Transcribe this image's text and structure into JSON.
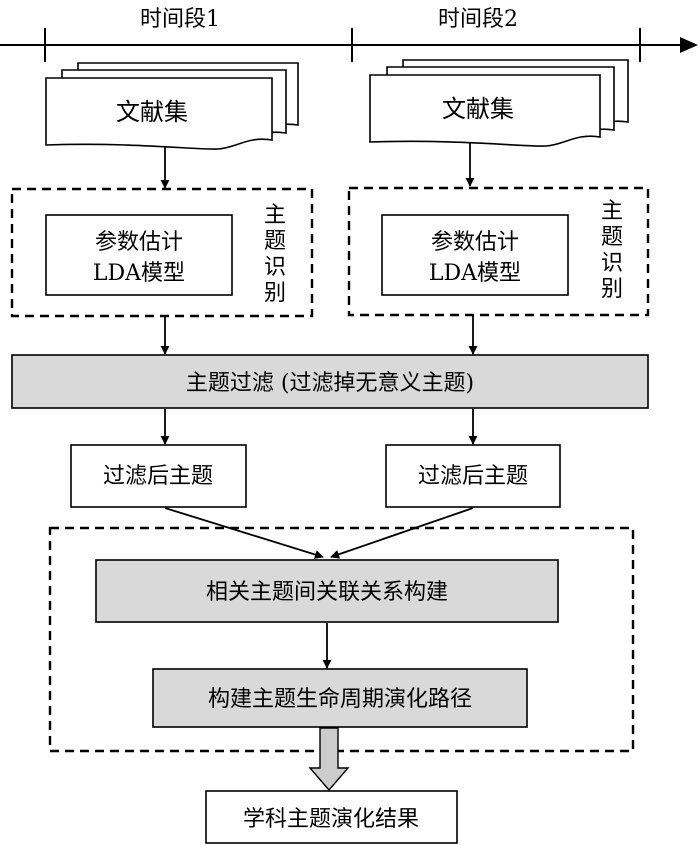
{
  "timeline": {
    "period1_label": "时间段1",
    "period2_label": "时间段2"
  },
  "left": {
    "corpus_label": "文献集",
    "model_line1": "参数估计",
    "model_line2": "LDA模型",
    "identify_chars": [
      "主",
      "题",
      "识",
      "别"
    ],
    "filtered_label": "过滤后主题"
  },
  "right": {
    "corpus_label": "文献集",
    "model_line1": "参数估计",
    "model_line2": "LDA模型",
    "identify_chars": [
      "主",
      "题",
      "识",
      "别"
    ],
    "filtered_label": "过滤后主题"
  },
  "filter_label": "主题过滤 (过滤掉无意义主题)",
  "relation_label": "相关主题间关联关系构建",
  "lifecycle_label": "构建主题生命周期演化路径",
  "result_label": "学科主题演化结果",
  "colors": {
    "stroke": "#000000",
    "process_fill": "#d9d9d9",
    "plain_fill": "#ffffff",
    "hollow_arrow_fill": "#cccccc"
  }
}
